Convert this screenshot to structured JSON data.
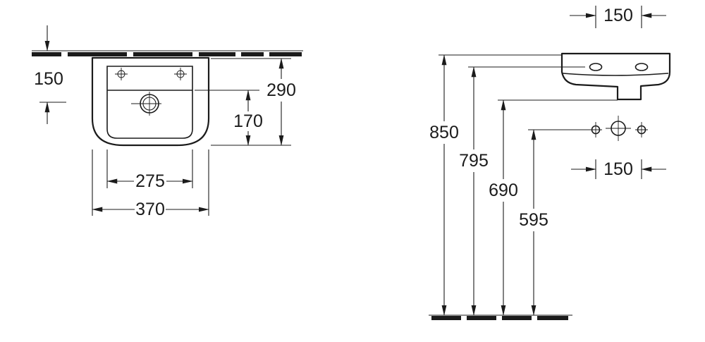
{
  "colors": {
    "line": "#1b1b1b",
    "background": "#ffffff"
  },
  "plan_view": {
    "wall_to_center": "150",
    "overall_depth": "290",
    "bowl_depth": "170",
    "bowl_width": "275",
    "overall_width": "370"
  },
  "elevation_view": {
    "tap_hole_spacing": "150",
    "overall_height": "850",
    "rim_height": "795",
    "underside_height": "690",
    "fixing_hole_height": "595",
    "fixing_hole_spacing": "150"
  }
}
